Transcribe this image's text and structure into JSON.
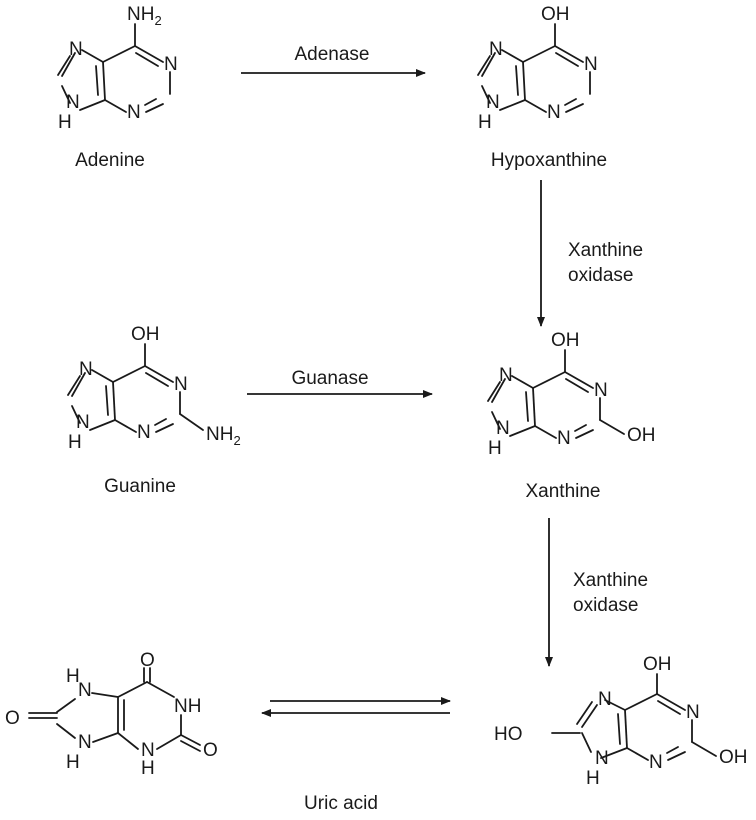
{
  "compounds": {
    "adenine": {
      "name": "Adenine",
      "atoms": {
        "N7": "N",
        "N1": "N",
        "N9": "N",
        "H9": "H",
        "N3": "N",
        "sub6_main": "NH",
        "sub6_sub": "2"
      }
    },
    "hypoxanthine": {
      "name": "Hypoxanthine",
      "atoms": {
        "N7": "N",
        "N1": "N",
        "N9": "N",
        "H9": "H",
        "N3": "N",
        "sub6": "OH"
      }
    },
    "guanine": {
      "name": "Guanine",
      "atoms": {
        "N7": "N",
        "N1": "N",
        "N9": "N",
        "H9": "H",
        "N3": "N",
        "sub6": "OH",
        "sub2_main": "NH",
        "sub2_sub": "2"
      }
    },
    "xanthine": {
      "name": "Xanthine",
      "atoms": {
        "N7": "N",
        "N1": "N",
        "N9": "N",
        "H9": "H",
        "N3": "N",
        "sub6": "OH",
        "sub2": "OH"
      }
    },
    "uric_acid_keto": {
      "name": "Uric acid",
      "atoms": {
        "N7": "N",
        "H7": "H",
        "N9": "N",
        "H9": "H",
        "N1": "NH",
        "N3": "N",
        "H3": "H",
        "O6": "O",
        "O2": "O",
        "O8": "O"
      }
    },
    "uric_acid_enol": {
      "atoms": {
        "N7": "N",
        "N1": "N",
        "N9": "N",
        "H9": "H",
        "N3": "N",
        "sub6": "OH",
        "sub2": "OH",
        "sub8": "HO"
      }
    }
  },
  "enzymes": {
    "adenase": "Adenase",
    "xo_top_line1": "Xanthine",
    "xo_top_line2": "oxidase",
    "guanase": "Guanase",
    "xo_bottom_line1": "Xanthine",
    "xo_bottom_line2": "oxidase"
  }
}
